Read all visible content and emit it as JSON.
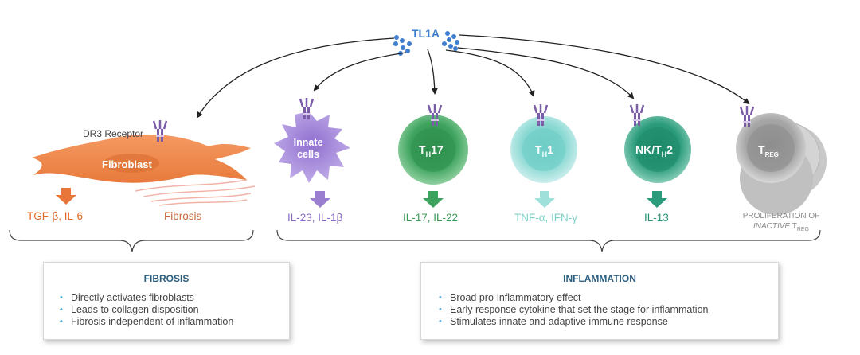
{
  "tl1a": {
    "label": "TL1A",
    "color": "#3f7fcf"
  },
  "dr3_label": "DR3 Receptor",
  "cells": {
    "fibroblast": {
      "label": "Fibroblast",
      "output": "TGF-β, IL-6",
      "effect": "Fibrosis",
      "color": "#f08f55"
    },
    "innate": {
      "label_line1": "Innate",
      "label_line2": "cells",
      "output": "IL-23, IL-1β",
      "color": "#a98fd8"
    },
    "th17": {
      "label": "T",
      "sub": "H",
      "label_suffix": "17",
      "output": "IL-17, IL-22",
      "color": "#4caa6a"
    },
    "th1": {
      "label": "T",
      "sub": "H",
      "label_suffix": "1",
      "output": "TNF-α, IFN-γ",
      "color": "#7fd4cf"
    },
    "nkth2": {
      "label": "NK/T",
      "sub": "H",
      "label_suffix": "2",
      "output": "IL-13",
      "color": "#2f9a7e"
    },
    "treg": {
      "label": "T",
      "sub": "REG",
      "output_line1": "PROLIFERATION OF",
      "output_line2_italic": "INACTIVE",
      "output_line2_t": "T",
      "output_line2_sub": "REG",
      "color": "#9a9a9a"
    }
  },
  "fibrosis_box": {
    "title": "FIBROSIS",
    "items": [
      "Directly activates fibroblasts",
      "Leads to collagen disposition",
      "Fibrosis independent of inflammation"
    ]
  },
  "inflammation_box": {
    "title": "INFLAMMATION",
    "items": [
      "Broad pro-inflammatory effect",
      "Early response cytokine that set the stage for inflammation",
      "Stimulates innate and adaptive immune response"
    ]
  }
}
